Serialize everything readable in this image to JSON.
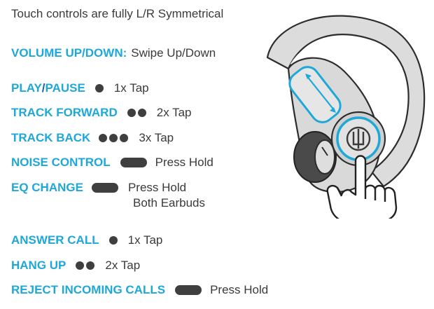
{
  "intro": "Touch controls are fully L/R Symmetrical",
  "volume": {
    "label": "VOLUME UP/DOWN:",
    "desc": "Swipe Up/Down"
  },
  "play_pause": {
    "label_a": "PLAY",
    "sep": "/",
    "label_b": "PAUSE",
    "desc": "1x Tap"
  },
  "track_forward": {
    "label": "TRACK FORWARD",
    "desc": "2x Tap"
  },
  "track_back": {
    "label": "TRACK BACK",
    "desc": "3x Tap"
  },
  "noise_control": {
    "label": "NOISE CONTROL",
    "desc": "Press Hold"
  },
  "eq_change": {
    "label": "EQ CHANGE",
    "desc_line1": "Press Hold",
    "desc_line2": "Both Earbuds"
  },
  "answer_call": {
    "label": "ANSWER CALL",
    "desc": "1x Tap"
  },
  "hang_up": {
    "label": "HANG UP",
    "desc": "2x Tap"
  },
  "reject_calls": {
    "label": "REJECT INCOMING CALLS",
    "desc": "Press Hold"
  },
  "colors": {
    "accent": "#1ea8d8",
    "text": "#3a3a3a",
    "indicator": "#3f3f3f",
    "earbud_fill": "#dcdcdc"
  },
  "icons": [
    "single-tap-dot-icon",
    "double-tap-dots-icon",
    "triple-tap-dots-icon",
    "press-hold-pill-icon",
    "earbud-illustration",
    "jlab-logo-icon",
    "pointing-hand-icon",
    "swipe-arrow-icon"
  ]
}
